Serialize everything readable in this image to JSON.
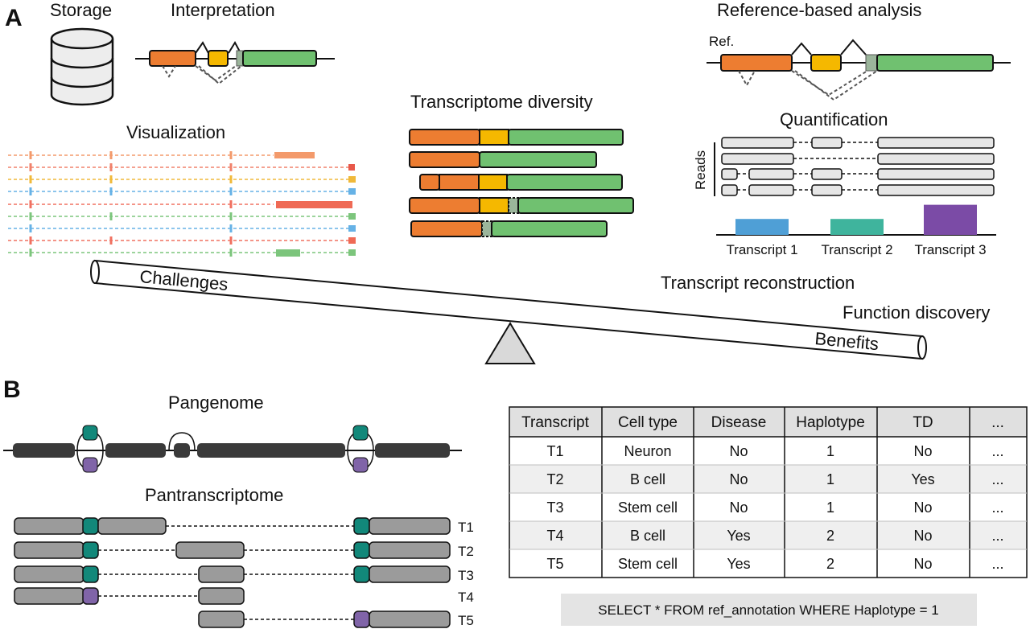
{
  "panels": {
    "a": "A",
    "b": "B"
  },
  "panel_a": {
    "storage_label": "Storage",
    "interpretation_label": "Interpretation",
    "reference_label": "Reference-based analysis",
    "ref_label": "Ref.",
    "visualization_label": "Visualization",
    "diversity_label": "Transcriptome diversity",
    "quantification_label": "Quantification",
    "reads_label": "Reads",
    "transcripts": [
      "Transcript 1",
      "Transcript 2",
      "Transcript 3"
    ],
    "transcript_levels": [
      0.45,
      0.45,
      0.85
    ],
    "transcript_colors": [
      "#4f9fd6",
      "#3fb49d",
      "#7b4ba6"
    ],
    "challenges_label": "Challenges",
    "benefits_label": "Benefits",
    "reconstruction_label": "Transcript reconstruction",
    "function_label": "Function discovery"
  },
  "panel_b": {
    "pangenome_label": "Pangenome",
    "pantranscriptome_label": "Pantranscriptome",
    "track_labels": [
      "T1",
      "T2",
      "T3",
      "T4",
      "T5"
    ],
    "table": {
      "headers": [
        "Transcript",
        "Cell type",
        "Disease",
        "Haplotype",
        "TD",
        "..."
      ],
      "rows": [
        [
          "T1",
          "Neuron",
          "No",
          "1",
          "No",
          "..."
        ],
        [
          "T2",
          "B cell",
          "No",
          "1",
          "Yes",
          "..."
        ],
        [
          "T3",
          "Stem cell",
          "No",
          "1",
          "No",
          "..."
        ],
        [
          "T4",
          "B cell",
          "Yes",
          "2",
          "No",
          "..."
        ],
        [
          "T5",
          "Stem cell",
          "Yes",
          "2",
          "No",
          "..."
        ]
      ]
    },
    "query": "SELECT * FROM ref_annotation WHERE Haplotype = 1"
  },
  "colors": {
    "orange": "#ed7d31",
    "yellow": "#f5b800",
    "green": "#70c170",
    "teal": "#12887a",
    "purple": "#8064a8",
    "gray": "#9b9b9b",
    "dark": "#3a3a3a"
  }
}
